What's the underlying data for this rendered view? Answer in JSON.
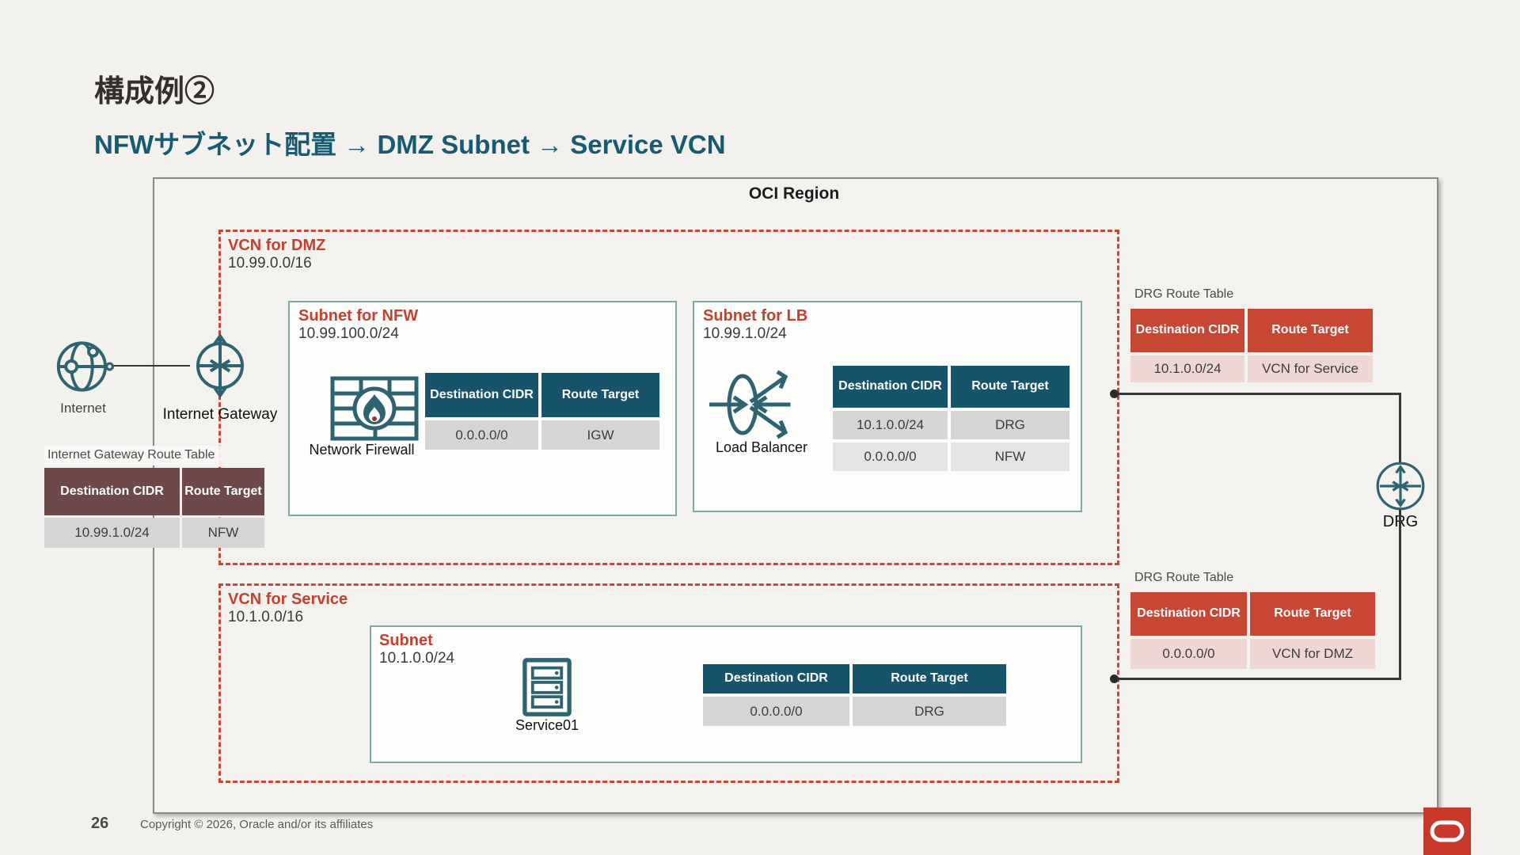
{
  "slide": {
    "title": "構成例②",
    "subtitle": "NFWサブネット配置 → DMZ Subnet → Service VCN",
    "page_number": "26",
    "copyright": "Copyright © 2026, Oracle and/or its affiliates"
  },
  "region": {
    "label": "OCI Region"
  },
  "vcn_dmz": {
    "name": "VCN for DMZ",
    "cidr": "10.99.0.0/16"
  },
  "vcn_service": {
    "name": "VCN for Service",
    "cidr": "10.1.0.0/16"
  },
  "subnet_nfw": {
    "name": "Subnet for NFW",
    "cidr": "10.99.100.0/24",
    "icon": "network-firewall-icon",
    "icon_label": "Network Firewall"
  },
  "subnet_lb": {
    "name": "Subnet for LB",
    "cidr": "10.99.1.0/24",
    "icon": "load-balancer-icon",
    "icon_label": "Load Balancer"
  },
  "subnet_service": {
    "name": "Subnet",
    "cidr": "10.1.0.0/24",
    "icon": "server-icon",
    "icon_label": "Service01"
  },
  "internet": {
    "label": "Internet",
    "icon": "internet-globe-icon"
  },
  "internet_gateway": {
    "label": "Internet Gateway",
    "icon": "internet-gateway-icon"
  },
  "drg": {
    "label": "DRG",
    "icon": "drg-router-icon"
  },
  "tables": {
    "igw_rt": {
      "title": "Internet Gateway Route Table",
      "headers": [
        "Destination CIDR",
        "Route Target"
      ],
      "rows": [
        [
          "10.99.1.0/24",
          "NFW"
        ]
      ]
    },
    "nfw_rt": {
      "headers": [
        "Destination CIDR",
        "Route Target"
      ],
      "rows": [
        [
          "0.0.0.0/0",
          "IGW"
        ]
      ]
    },
    "lb_rt": {
      "headers": [
        "Destination CIDR",
        "Route Target"
      ],
      "rows": [
        [
          "10.1.0.0/24",
          "DRG"
        ],
        [
          "0.0.0.0/0",
          "NFW"
        ]
      ]
    },
    "service_rt": {
      "headers": [
        "Destination CIDR",
        "Route Target"
      ],
      "rows": [
        [
          "0.0.0.0/0",
          "DRG"
        ]
      ]
    },
    "drg_rt_top": {
      "title": "DRG Route Table",
      "headers": [
        "Destination CIDR",
        "Route Target"
      ],
      "rows": [
        [
          "10.1.0.0/24",
          "VCN for Service"
        ]
      ]
    },
    "drg_rt_bottom": {
      "title": "DRG Route Table",
      "headers": [
        "Destination CIDR",
        "Route Target"
      ],
      "rows": [
        [
          "0.0.0.0/0",
          "VCN for DMZ"
        ]
      ]
    }
  },
  "colors": {
    "accent_red": "#c74634",
    "teal_table_header": "#17536b",
    "maroon_table_header": "#6d4949",
    "pink_row": "#eed6d2",
    "gray_row": "#d5d5d5",
    "icon_teal": "#2e6372",
    "subtitle_teal": "#175a71",
    "logo_red": "#c9392b"
  }
}
